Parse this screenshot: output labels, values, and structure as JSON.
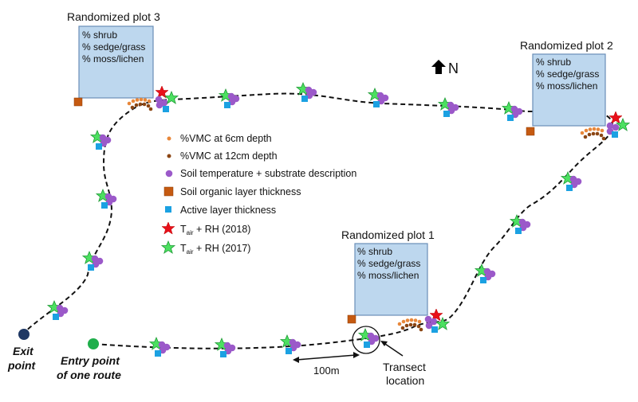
{
  "north": {
    "label": "N"
  },
  "plots": [
    {
      "title": "Randomized plot 3",
      "lines": [
        "% shrub",
        "% sedge/grass",
        "% moss/lichen"
      ]
    },
    {
      "title": "Randomized plot 2",
      "lines": [
        "% shrub",
        "% sedge/grass",
        "% moss/lichen"
      ]
    },
    {
      "title": "Randomized plot 1",
      "lines": [
        "% shrub",
        "% sedge/grass",
        "% moss/lichen"
      ]
    }
  ],
  "legend": [
    {
      "label": "%VMC at 6cm depth",
      "symbol": "small-orange-dot",
      "color": "#E8873A"
    },
    {
      "label": "%VMC at 12cm depth",
      "symbol": "small-brown-dot",
      "color": "#8B4513"
    },
    {
      "label": "Soil temperature + substrate description",
      "symbol": "purple-dot",
      "color": "#9B59C9"
    },
    {
      "label": "Soil organic layer thickness",
      "symbol": "orange-square",
      "color": "#C55A11"
    },
    {
      "label": "Active layer thickness",
      "symbol": "blue-square",
      "color": "#1BA1E2"
    },
    {
      "label_main": "T",
      "label_sub": "air",
      "label_rest": " + RH (2018)",
      "symbol": "red-star",
      "color": "#E8101A"
    },
    {
      "label_main": "T",
      "label_sub": "air",
      "label_rest": " + RH (2017)",
      "symbol": "green-star",
      "color": "#4CE060"
    }
  ],
  "exit": {
    "line1": "Exit",
    "line2": "point",
    "color": "#1F3864"
  },
  "entry": {
    "line1": "Entry point",
    "line2": "of one route",
    "color": "#1FAE4B"
  },
  "scale": {
    "label": "100m"
  },
  "transect": {
    "line1": "Transect",
    "line2": "location"
  }
}
